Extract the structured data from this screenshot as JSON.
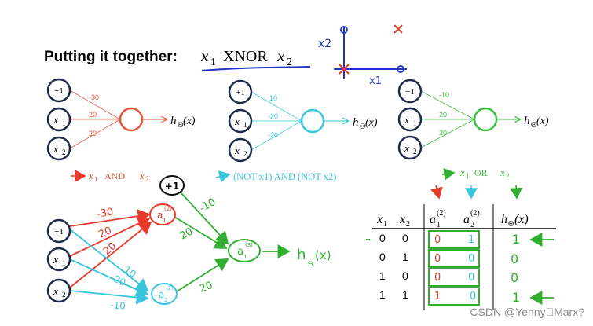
{
  "title": {
    "prefix": "Putting it together:",
    "x1": "x",
    "x1_sub": "1",
    "op": "XNOR",
    "x2": "x",
    "x2_sub": "2"
  },
  "colors": {
    "and": "#e8553c",
    "not": "#39c6dc",
    "or": "#3cbf3c",
    "node": "#1f2a4a",
    "pen_blue": "#2233cc",
    "pen_red": "#e53a2a",
    "pen_green": "#2fae2f"
  },
  "scatter": {
    "x2_label": "x2",
    "x1_label": "x1"
  },
  "nets": [
    {
      "n1": "+1",
      "n2": "x",
      "n2_sub": "1",
      "n3": "x",
      "n3_sub": "2",
      "w1": "-30",
      "w2": "20",
      "w3": "20",
      "out": "h",
      "out_sub": "Θ",
      "out_arg": "(x)",
      "caption_a": "x",
      "caption_a_sub": "1",
      "caption_b": "AND",
      "caption_c": "x",
      "caption_c_sub": "2"
    },
    {
      "n1": "+1",
      "n2": "x",
      "n2_sub": "1",
      "n3": "x",
      "n3_sub": "2",
      "w1": "10",
      "w2": "-20",
      "w3": "-20",
      "out": "h",
      "out_sub": "Θ",
      "out_arg": "(x)",
      "caption": "(NOT x1) AND (NOT x2)"
    },
    {
      "n1": "+1",
      "n2": "x",
      "n2_sub": "1",
      "n3": "x",
      "n3_sub": "2",
      "w1": "-10",
      "w2": "20",
      "w3": "20",
      "out": "h",
      "out_sub": "Θ",
      "out_arg": "(x)",
      "caption_a": "x",
      "caption_a_sub": "1",
      "caption_b": "OR",
      "caption_c": "x",
      "caption_c_sub": "2"
    }
  ],
  "combined": {
    "bias_top": "+1",
    "in1": "+1",
    "in2": "x",
    "in2_sub": "1",
    "in3": "x",
    "in3_sub": "2",
    "h1": "a",
    "h1_sub": "1",
    "h1_sup": "(2)",
    "h2": "a",
    "h2_sub": "2",
    "h2_sup": "(2)",
    "o": "a",
    "o_sub": "1",
    "o_sup": "(3)",
    "w_red": [
      "-30",
      "20",
      "20"
    ],
    "w_blue": [
      "10",
      "-20",
      "-10"
    ],
    "w_green": [
      "-10",
      "20",
      "20"
    ],
    "out": "h",
    "out_sub": "Θ",
    "out_arg": "(x)"
  },
  "table": {
    "headers": {
      "x1": "x",
      "x1_sub": "1",
      "x2": "x",
      "x2_sub": "2",
      "a1": "a",
      "a1_sub": "1",
      "a1_sup": "(2)",
      "a2": "a",
      "a2_sub": "2",
      "a2_sup": "(2)",
      "h": "h",
      "h_sub": "Θ",
      "h_arg": "(x)"
    },
    "rows": [
      {
        "x1": "0",
        "x2": "0",
        "a1": "0",
        "a2": "1",
        "h": "1"
      },
      {
        "x1": "0",
        "x2": "1",
        "a1": "0",
        "a2": "0",
        "h": "0"
      },
      {
        "x1": "1",
        "x2": "0",
        "a1": "0",
        "a2": "0",
        "h": "0"
      },
      {
        "x1": "1",
        "x2": "1",
        "a1": "1",
        "a2": "0",
        "h": "1"
      }
    ]
  },
  "watermark": "CSDN @Yenny\u0000Marx?"
}
